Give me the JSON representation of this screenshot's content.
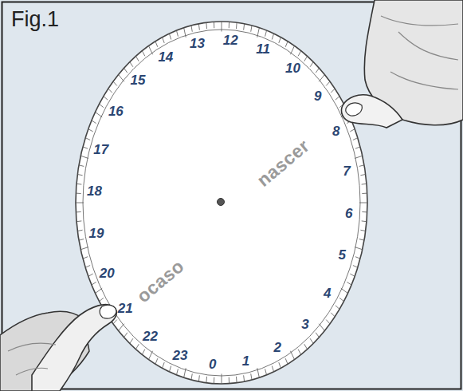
{
  "diagram": {
    "title": "Fig.1",
    "labels": [
      "0",
      "1",
      "2",
      "3",
      "4",
      "5",
      "6",
      "7",
      "8",
      "9",
      "10",
      "11",
      "12",
      "13",
      "14",
      "15",
      "16",
      "17",
      "18",
      "19",
      "20",
      "21",
      "22",
      "23",
      "nascer",
      "ocaso"
    ]
  }
}
